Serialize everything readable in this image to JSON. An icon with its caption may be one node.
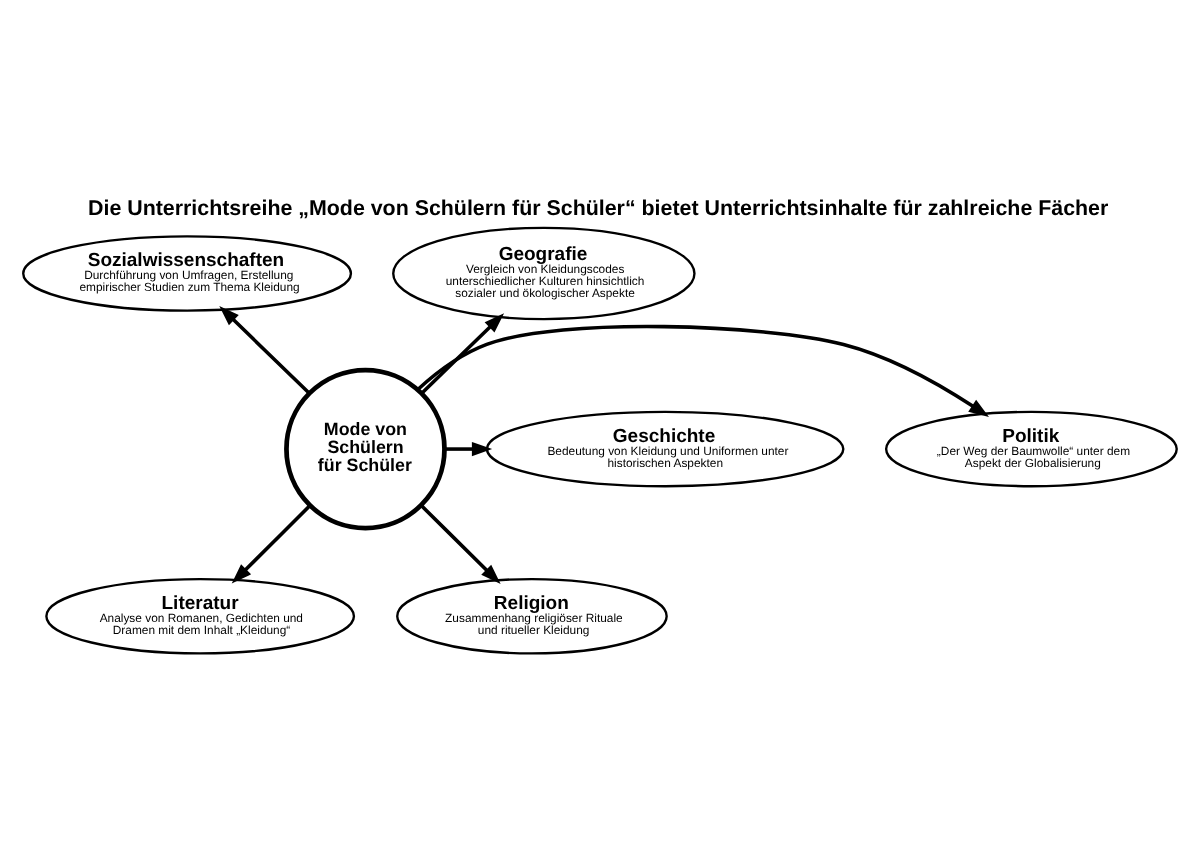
{
  "diagram": {
    "title": "Die Unterrichtsreihe „Mode von Schülern für Schüler“ bietet Unterrichtsinhalte für zahlreiche Fächer",
    "nodes": [
      {
        "text": [
          "Sozialwissenschaften",
          "Durchführung von Umfragen, Erstellung empirischer Studien zum Thema Kleidung"
        ]
      },
      {
        "text": [
          "Geografie",
          "Vergleich von Kleidungscodes unterschiedlicher Kulturen hinsichtlich sozialer und ökologischer Aspekte"
        ]
      },
      {
        "text": [
          "Politik",
          "„Der Weg der Baumwolle“ unter dem Aspekt der Globalisierung"
        ]
      },
      {
        "text": [
          "Mode von Schülern für Schüler"
        ]
      },
      {
        "text": [
          "Geschichte",
          "Bedeutung von Kleidung und Uniformen unter historischen Aspekten"
        ]
      },
      {
        "text": [
          "Literatur",
          "Analyse von Romanen, Gedichten und Dramen mit dem Inhalt „Kleidung“"
        ]
      },
      {
        "text": [
          "Religion",
          "Zusammenhang religiöser Rituale und ritueller Kleidung"
        ]
      }
    ],
    "edges": [
      {
        "from": 3,
        "to": 0,
        "arrow": "to"
      },
      {
        "from": 3,
        "to": 1,
        "arrow": "to"
      },
      {
        "from": 3,
        "to": 2,
        "arrow": "to"
      },
      {
        "from": 3,
        "to": 4,
        "arrow": "to"
      },
      {
        "from": 3,
        "to": 5,
        "arrow": "to"
      },
      {
        "from": 3,
        "to": 6,
        "arrow": "to"
      }
    ]
  }
}
